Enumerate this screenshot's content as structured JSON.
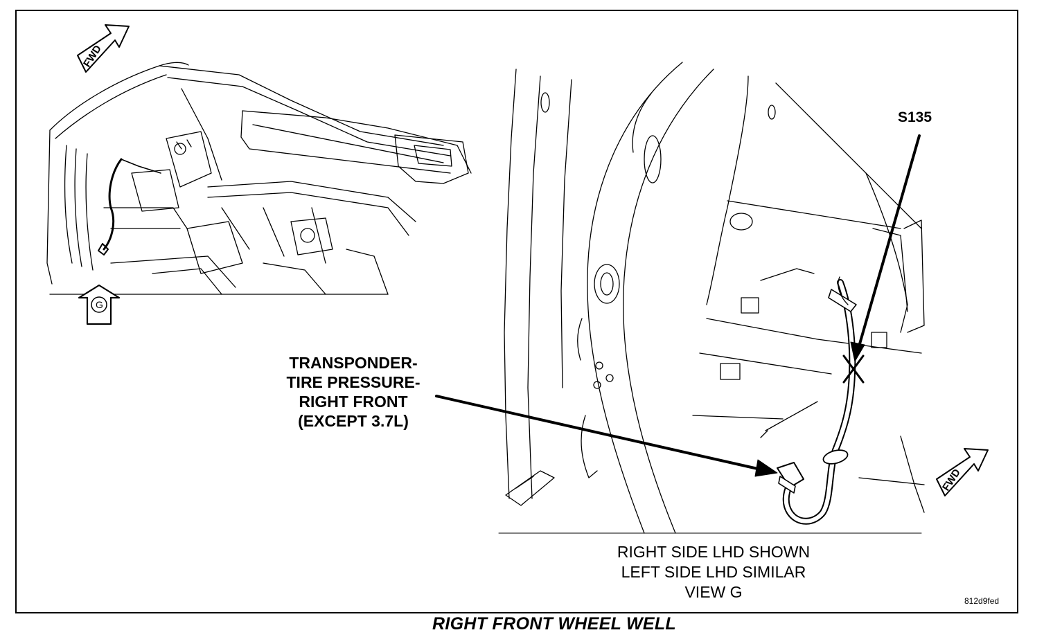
{
  "callout_transponder": [
    "TRANSPONDER-",
    "TIRE PRESSURE-",
    "RIGHT FRONT",
    "(EXCEPT 3.7L)"
  ],
  "callout_splice": "S135",
  "view_caption": [
    "RIGHT SIDE LHD SHOWN",
    "LEFT SIDE LHD SIMILAR",
    "VIEW G"
  ],
  "figure_code": "812d9fed",
  "figure_title": "RIGHT FRONT WHEEL WELL",
  "fwd_indicator": "FWD",
  "view_marker": "G",
  "icons": [
    "fwd-arrow-icon",
    "view-g-arrow-icon"
  ],
  "colors": {
    "line": "#000000",
    "background": "#ffffff"
  }
}
